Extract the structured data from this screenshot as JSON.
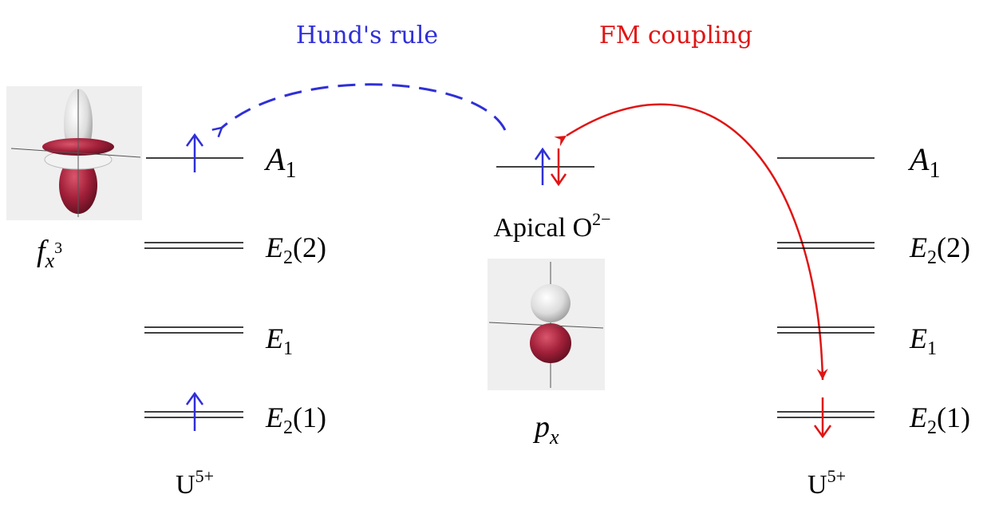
{
  "title_left": "Hund's rule",
  "title_right": "FM coupling",
  "colors": {
    "hund": "#2f2fd8",
    "fm": "#e01414",
    "level": "#000000",
    "orbital_red": "#a3203a",
    "orbital_white": "#e6e6e6",
    "panel": "#efefef"
  },
  "left_ion": {
    "orbital_label": {
      "base": "f",
      "sub": "x",
      "sup": "3"
    },
    "levels": [
      {
        "name": "A",
        "sub": "1",
        "arg": "",
        "spins": [
          "up"
        ]
      },
      {
        "name": "E",
        "sub": "2",
        "arg": "(2)",
        "spins": []
      },
      {
        "name": "E",
        "sub": "1",
        "arg": "",
        "spins": []
      },
      {
        "name": "E",
        "sub": "2",
        "arg": "(1)",
        "spins": [
          "up"
        ]
      }
    ],
    "ion": {
      "base": "U",
      "sup": "5+"
    }
  },
  "middle": {
    "label": {
      "text": "Apical O",
      "sup": "2−"
    },
    "spins": [
      "up",
      "down"
    ],
    "orbital_label": {
      "base": "p",
      "sub": "x"
    }
  },
  "right_ion": {
    "levels": [
      {
        "name": "A",
        "sub": "1",
        "arg": "",
        "spins": []
      },
      {
        "name": "E",
        "sub": "2",
        "arg": "(2)",
        "spins": []
      },
      {
        "name": "E",
        "sub": "1",
        "arg": "",
        "spins": []
      },
      {
        "name": "E",
        "sub": "2",
        "arg": "(1)",
        "spins": [
          "down"
        ]
      }
    ],
    "ion": {
      "base": "U",
      "sup": "5+"
    }
  }
}
